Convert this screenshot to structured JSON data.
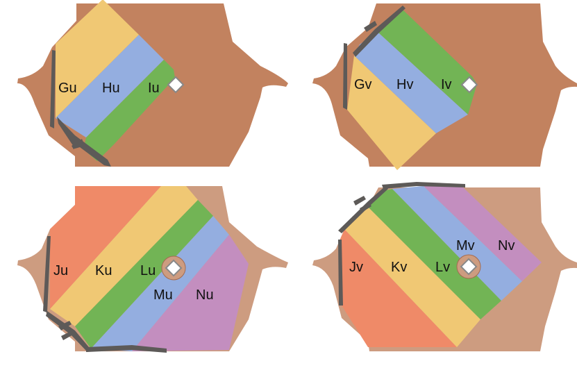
{
  "colors": {
    "body_top": "#c2825f",
    "body_bottom": "#cd9c80",
    "yellow": "#f0c874",
    "blue": "#94aee0",
    "green": "#72b455",
    "orange": "#ef8a68",
    "purple": "#c38ebf",
    "pivot_ring": "#cd9c80",
    "pivot_diamond": "#ffffff",
    "tab_dark": "#5d5a58"
  },
  "panels": [
    {
      "id": "top-left",
      "strips": [
        {
          "id": "G",
          "label": "Gu",
          "color": "yellow"
        },
        {
          "id": "H",
          "label": "Hu",
          "color": "blue"
        },
        {
          "id": "I",
          "label": "Iu",
          "color": "green"
        }
      ],
      "pivot_icon": "diamond-pivot-icon"
    },
    {
      "id": "top-right",
      "strips": [
        {
          "id": "G",
          "label": "Gv",
          "color": "yellow"
        },
        {
          "id": "H",
          "label": "Hv",
          "color": "blue"
        },
        {
          "id": "I",
          "label": "Iv",
          "color": "green"
        }
      ],
      "pivot_icon": "diamond-pivot-icon"
    },
    {
      "id": "bottom-left",
      "strips": [
        {
          "id": "J",
          "label": "Ju",
          "color": "orange"
        },
        {
          "id": "K",
          "label": "Ku",
          "color": "yellow"
        },
        {
          "id": "L",
          "label": "Lu",
          "color": "green"
        },
        {
          "id": "M",
          "label": "Mu",
          "color": "blue"
        },
        {
          "id": "N",
          "label": "Nu",
          "color": "purple"
        }
      ],
      "pivot_icon": "diamond-pivot-icon"
    },
    {
      "id": "bottom-right",
      "strips": [
        {
          "id": "J",
          "label": "Jv",
          "color": "orange"
        },
        {
          "id": "K",
          "label": "Kv",
          "color": "yellow"
        },
        {
          "id": "L",
          "label": "Lv",
          "color": "green"
        },
        {
          "id": "M",
          "label": "Mv",
          "color": "blue"
        },
        {
          "id": "N",
          "label": "Nv",
          "color": "purple"
        }
      ],
      "pivot_icon": "diamond-pivot-icon"
    }
  ]
}
